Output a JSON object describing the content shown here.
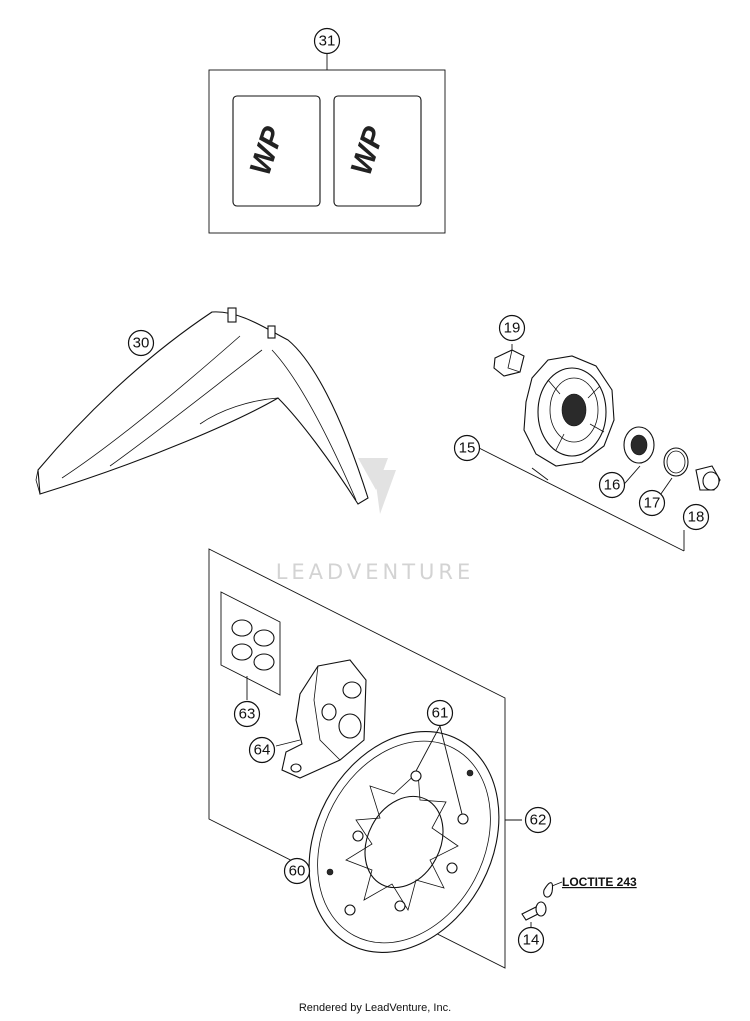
{
  "callouts": [
    {
      "id": "c31",
      "label": "31"
    },
    {
      "id": "c30",
      "label": "30"
    },
    {
      "id": "c19",
      "label": "19"
    },
    {
      "id": "c15",
      "label": "15"
    },
    {
      "id": "c16",
      "label": "16"
    },
    {
      "id": "c17",
      "label": "17"
    },
    {
      "id": "c18",
      "label": "18"
    },
    {
      "id": "c63",
      "label": "63"
    },
    {
      "id": "c61",
      "label": "61"
    },
    {
      "id": "c64",
      "label": "64"
    },
    {
      "id": "c62",
      "label": "62"
    },
    {
      "id": "c60",
      "label": "60"
    },
    {
      "id": "c14",
      "label": "14"
    }
  ],
  "decal_text": "WP",
  "note": "LOCTITE 243",
  "watermark": "LEADVENTURE",
  "footer": "Rendered by LeadVenture, Inc."
}
